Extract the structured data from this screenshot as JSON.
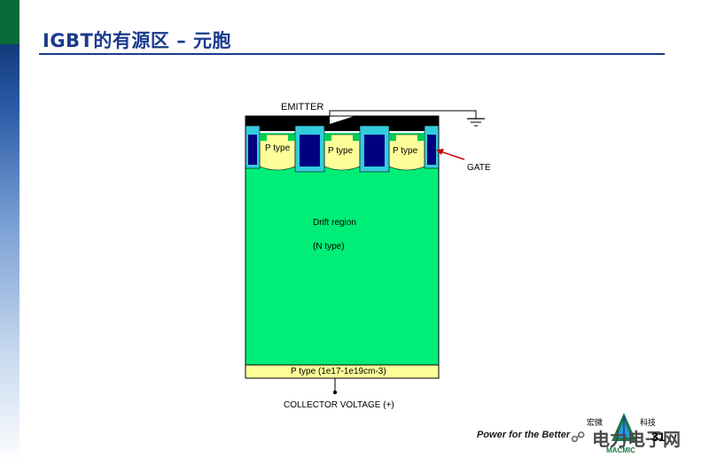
{
  "slide": {
    "title": "IGBT的有源区 – 元胞",
    "footer": "Power for the Better",
    "page_number": "31"
  },
  "diagram": {
    "labels": {
      "emitter": "EMITTER",
      "gate": "GATE",
      "p_type": "P type",
      "drift_region": "Drift region",
      "n_type": "(N type)",
      "p_layer": "P type (1e17-1e19cm-3)",
      "collector": "COLLECTOR VOLTAGE (+)"
    },
    "colors": {
      "drift": "#00ee77",
      "p_type": "#ffff99",
      "oxide": "#33ccdd",
      "gate_poly": "#000080",
      "metal": "#000000",
      "arrow": "#cc0000"
    }
  },
  "logo": {
    "brand_cn_left": "宏微",
    "brand_cn_right": "科技",
    "brand_en": "MACMIC"
  },
  "watermark": {
    "text": "电力电子网"
  }
}
